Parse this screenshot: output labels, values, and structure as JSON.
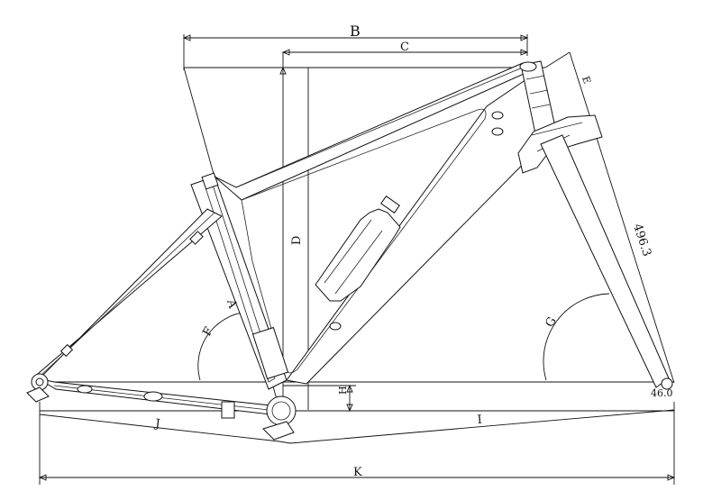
{
  "labels": {
    "B": "B",
    "C": "C",
    "D": "D",
    "E": "E",
    "F": "F",
    "G": "G",
    "H": "H",
    "I": "I",
    "J": "J",
    "K": "K",
    "A": "A",
    "fork_length": "496.3",
    "fork_offset": "46.0"
  },
  "colors": {
    "line": "#111111",
    "background": "#ffffff"
  }
}
